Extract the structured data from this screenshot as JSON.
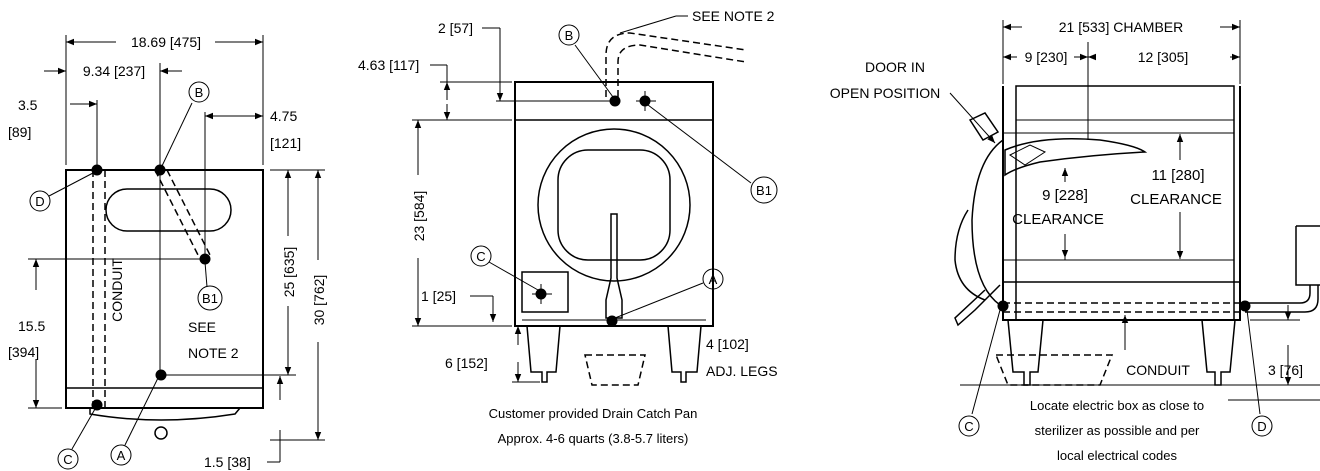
{
  "left_view": {
    "dim_width": "18.69 [475]",
    "dim_half_width": "9.34 [237]",
    "dim_d_offset": "3.5",
    "dim_d_offset_mm": "[89]",
    "dim_b1_offset": "4.75",
    "dim_b1_offset_mm": "[121]",
    "dim_b1_height": "15.5",
    "dim_b1_height_mm": "[394]",
    "dim_a_height": "25 [635]",
    "dim_total_height": "30 [762]",
    "dim_bottom": "1.5 [38]",
    "conduit_label": "CONDUIT",
    "see_note_line1": "SEE",
    "see_note_line2": "NOTE 2",
    "callout_b": "B",
    "callout_d": "D",
    "callout_b1": "B1",
    "callout_c": "C",
    "callout_a": "A"
  },
  "front_view": {
    "dim_top_small": "2 [57]",
    "dim_top": "4.63 [117]",
    "dim_height": "23 [584]",
    "dim_c_height": "1 [25]",
    "dim_legs_height": "6 [152]",
    "dim_legs_adj": "4 [102]",
    "legs_label": "ADJ. LEGS",
    "see_note": "SEE NOTE 2",
    "callout_b": "B",
    "callout_b1": "B1",
    "callout_c": "C",
    "callout_a": "A",
    "caption_line1": "Customer provided Drain Catch Pan",
    "caption_line2": "Approx. 4-6 quarts (3.8-5.7 liters)"
  },
  "side_view": {
    "dim_chamber": "21 [533] CHAMBER",
    "dim_left": "9 [230]",
    "dim_right": "12 [305]",
    "door_label_line1": "DOOR IN",
    "door_label_line2": "OPEN POSITION",
    "clearance_left_value": "9 [228]",
    "clearance_left_label": "CLEARANCE",
    "clearance_right_value": "11 [280]",
    "clearance_right_label": "CLEARANCE",
    "conduit_label": "CONDUIT",
    "dim_bottom": "3 [76]",
    "callout_c": "C",
    "callout_d": "D",
    "note_line1": "Locate electric box as close to",
    "note_line2": "sterilizer as possible and per",
    "note_line3": "local electrical codes"
  }
}
